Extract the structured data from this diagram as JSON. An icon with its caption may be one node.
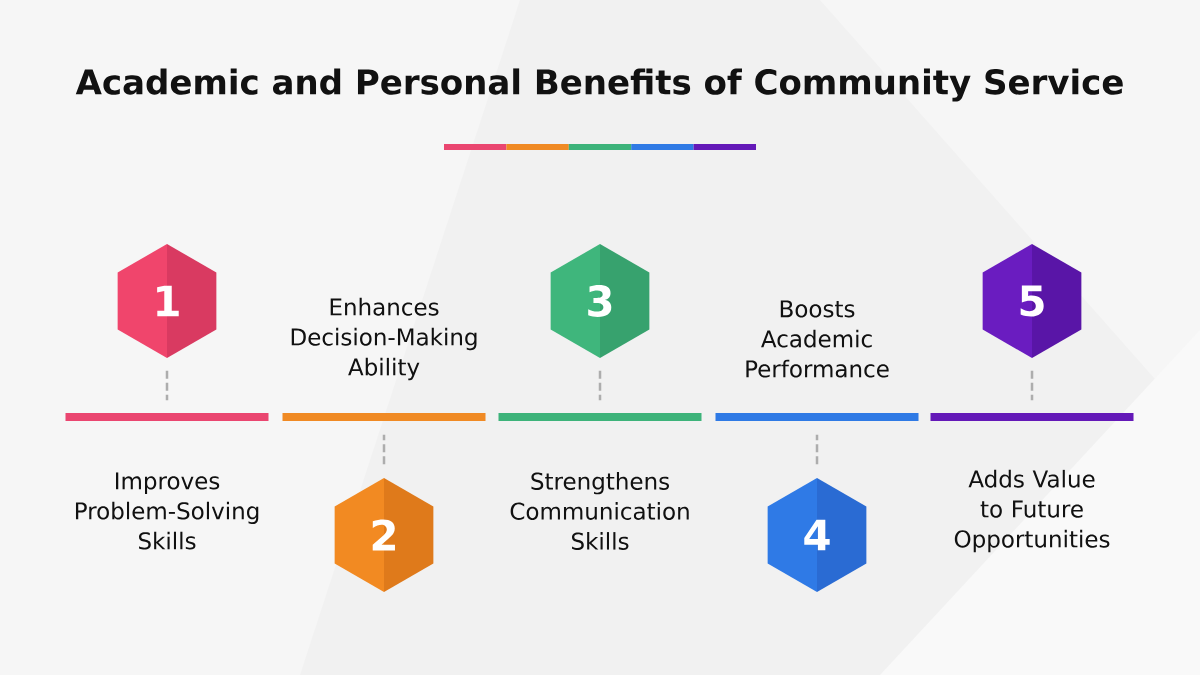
{
  "diagram": {
    "title": "Academic and Personal Benefits of Community Service",
    "nodes": [
      {
        "text": [
          "1"
        ]
      },
      {
        "text": [],
        "shape": "bar",
        "beside": [
          "Improves Problem-Solving Skills"
        ]
      },
      {
        "text": [
          "2"
        ]
      },
      {
        "text": [],
        "shape": "bar",
        "beside": [
          "Enhances Decision-Making Ability"
        ]
      },
      {
        "text": [
          "3"
        ]
      },
      {
        "text": [],
        "shape": "bar",
        "beside": [
          "Strengthens Communication Skills"
        ]
      },
      {
        "text": [
          "4"
        ]
      },
      {
        "text": [],
        "shape": "bar",
        "beside": [
          "Boosts Academic Performance"
        ]
      },
      {
        "text": [
          "5"
        ]
      },
      {
        "text": [],
        "shape": "bar",
        "beside": [
          "Adds Value to Future Opportunities"
        ]
      }
    ],
    "edges": [
      {
        "from": 0,
        "to": 1,
        "arrow": "none",
        "style": "dashed"
      },
      {
        "from": 2,
        "to": 3,
        "arrow": "none",
        "style": "dashed"
      },
      {
        "from": 4,
        "to": 5,
        "arrow": "none",
        "style": "dashed"
      },
      {
        "from": 6,
        "to": 7,
        "arrow": "none",
        "style": "dashed"
      },
      {
        "from": 8,
        "to": 9,
        "arrow": "none",
        "style": "dashed"
      }
    ]
  }
}
